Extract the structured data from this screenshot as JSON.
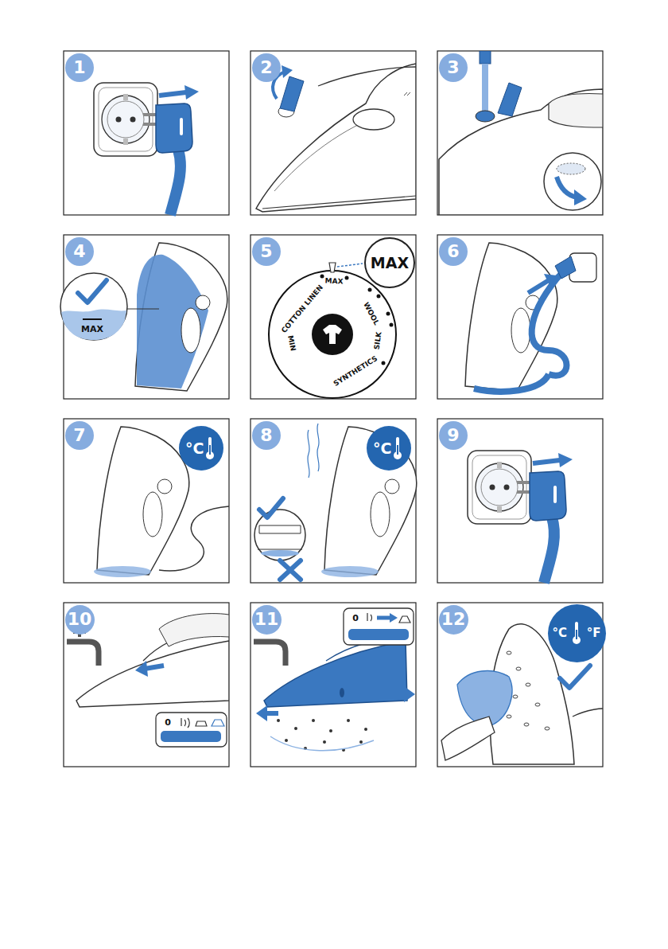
{
  "diagram": {
    "nodes": [
      {
        "text": [
          "1"
        ]
      },
      {
        "text": [
          "2"
        ]
      },
      {
        "text": [
          "3"
        ]
      },
      {
        "text": [
          "4"
        ]
      },
      {
        "text": [
          "5"
        ]
      },
      {
        "text": [
          "MAX"
        ]
      },
      {
        "text": [
          "6"
        ]
      },
      {
        "text": [
          "7"
        ]
      },
      {
        "text": [
          "°C"
        ]
      },
      {
        "text": [
          "8"
        ]
      },
      {
        "text": [
          "°C"
        ]
      },
      {
        "text": [
          "9"
        ]
      },
      {
        "text": [
          "10"
        ]
      },
      {
        "text": [
          "11"
        ]
      },
      {
        "text": [
          "12"
        ]
      },
      {
        "text": [
          "°C",
          "°F"
        ]
      }
    ],
    "labels": [
      "MAX",
      "MAX",
      "COTTON LINEN",
      "WOOL",
      "SILK",
      "SYNTHETICS",
      "MIN",
      "0",
      "0"
    ]
  }
}
